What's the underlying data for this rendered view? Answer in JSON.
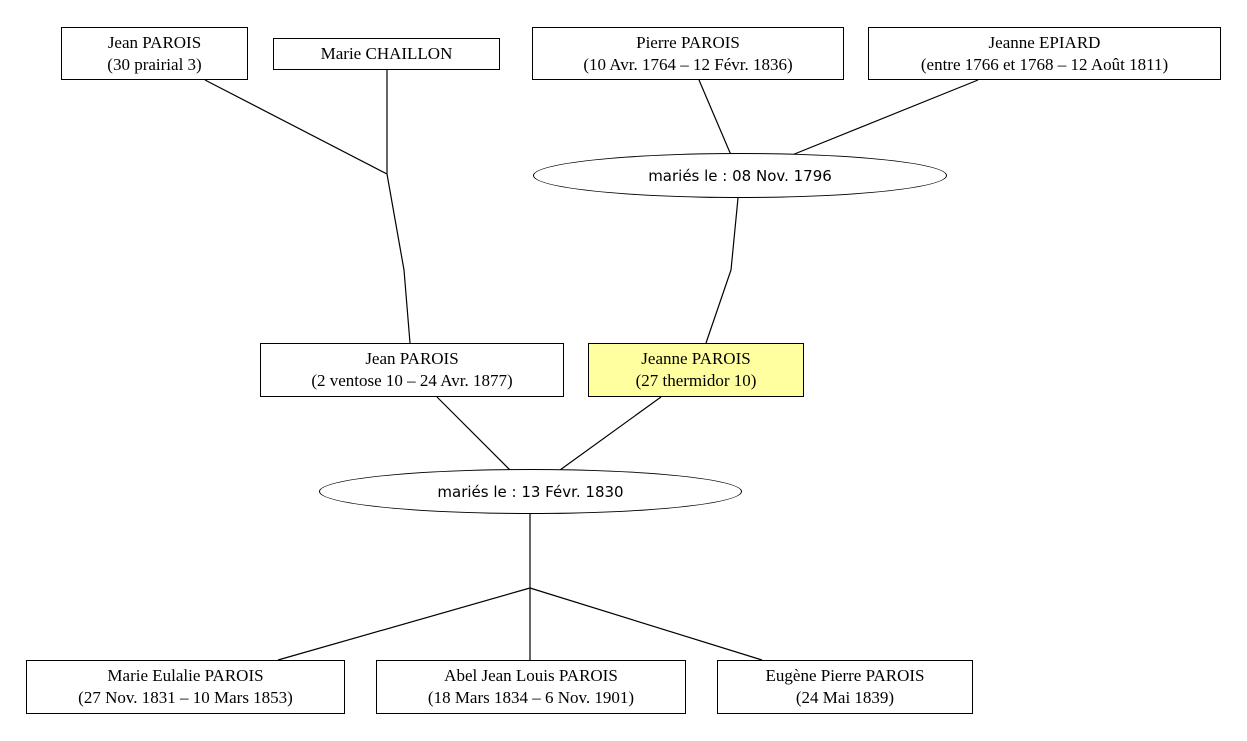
{
  "persons": {
    "jean_parois_gf": {
      "name": "Jean PAROIS",
      "dates": "(30 prairial 3)"
    },
    "marie_chaillon": {
      "name": "Marie CHAILLON"
    },
    "pierre_parois": {
      "name": "Pierre PAROIS",
      "dates": "(10 Avr. 1764 – 12 Févr. 1836)"
    },
    "jeanne_epiard": {
      "name": "Jeanne EPIARD",
      "dates": "(entre 1766 et 1768 – 12 Août 1811)"
    },
    "jean_parois": {
      "name": "Jean PAROIS",
      "dates": "(2 ventose 10 – 24 Avr. 1877)"
    },
    "jeanne_parois": {
      "name": "Jeanne PAROIS",
      "dates": "(27 thermidor 10)",
      "highlight_color": "#ffffa0"
    },
    "marie_eulalie": {
      "name": "Marie Eulalie PAROIS",
      "dates": "(27 Nov. 1831 – 10 Mars 1853)"
    },
    "abel_jean_louis": {
      "name": "Abel Jean Louis PAROIS",
      "dates": "(18 Mars 1834 – 6 Nov. 1901)"
    },
    "eugene_pierre": {
      "name": "Eugène Pierre PAROIS",
      "dates": "(24 Mai 1839)"
    }
  },
  "marriages": {
    "m1796": {
      "label": "mariés le : 08 Nov. 1796"
    },
    "m1830": {
      "label": "mariés le : 13 Févr. 1830"
    }
  }
}
